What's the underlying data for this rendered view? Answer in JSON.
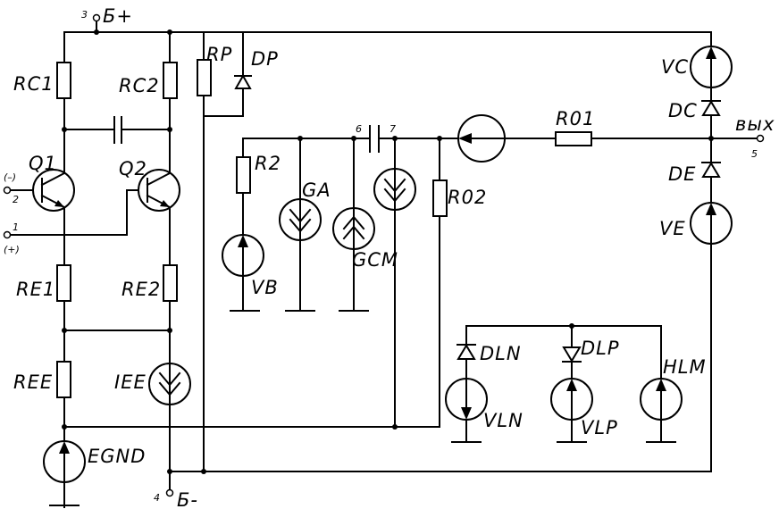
{
  "labels": {
    "bplus": "Б+",
    "bminus": "Б-",
    "rc1": "RC1",
    "rc2": "RC2",
    "rp": "RP",
    "dp": "DP",
    "q1": "Q1",
    "q2": "Q2",
    "re1": "RE1",
    "re2": "RE2",
    "ree": "REE",
    "iee": "IEE",
    "egnd": "EGND",
    "r2": "R2",
    "vb": "VB",
    "ga": "GA",
    "gcm": "GCM",
    "r02": "R02",
    "r01": "R01",
    "vc": "VC",
    "dc": "DC",
    "ve": "VE",
    "de": "DE",
    "out": "вых",
    "dln": "DLN",
    "dlp": "DLP",
    "vln": "VLN",
    "vlp": "VLP",
    "hlm": "HLM"
  },
  "pins": {
    "p1": "1",
    "p2": "2",
    "p3": "3",
    "p4": "4",
    "p5": "5",
    "p6": "6",
    "p7": "7",
    "minus": "(–)",
    "plus": "(+)"
  }
}
